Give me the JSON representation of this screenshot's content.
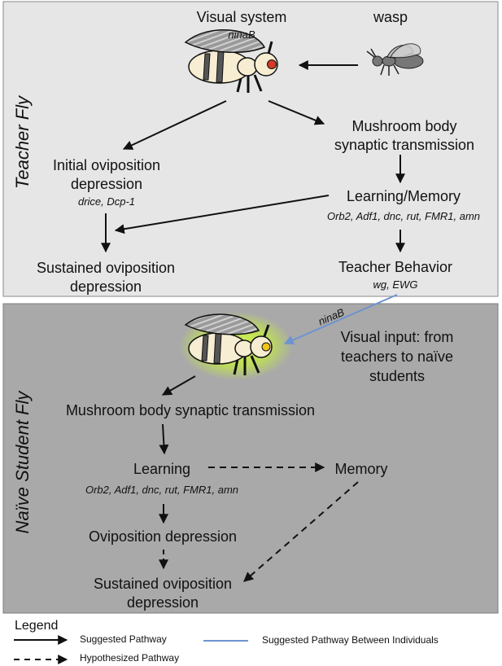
{
  "teacher": {
    "side_label": "Teacher Fly",
    "visual_system": "Visual system",
    "visual_gene": "ninaB",
    "wasp": "wasp",
    "mushroom_body": [
      "Mushroom body",
      "synaptic transmission"
    ],
    "initial_oviposition": [
      "Initial oviposition",
      "depression"
    ],
    "initial_genes": "drice, Dcp-1",
    "learning_memory": "Learning/Memory",
    "learning_genes": "Orb2, Adf1, dnc, rut, FMR1, amn",
    "sustained": [
      "Sustained oviposition",
      "depression"
    ],
    "teacher_behavior": "Teacher Behavior",
    "behavior_genes": "wg, EWG"
  },
  "student": {
    "side_label": "Naïve Student Fly",
    "transfer_gene": "ninaB",
    "visual_input": [
      "Visual input: from",
      "teachers to naïve",
      "students"
    ],
    "mushroom_body": "Mushroom body synaptic transmission",
    "learning": "Learning",
    "learning_genes": "Orb2, Adf1, dnc, rut, FMR1, amn",
    "memory": "Memory",
    "oviposition": "Oviposition depression",
    "sustained": [
      "Sustained oviposition",
      "depression"
    ]
  },
  "legend": {
    "title": "Legend",
    "suggested": "Suggested Pathway",
    "hypothesized": "Hypothesized Pathway",
    "between": "Suggested Pathway Between Individuals"
  },
  "colors": {
    "teacher_panel": "#e6e6e6",
    "student_panel": "#a9a9a9",
    "arrow": "#111111",
    "between_arrow": "#6e93cf",
    "student_glow": "#c6f03c"
  }
}
